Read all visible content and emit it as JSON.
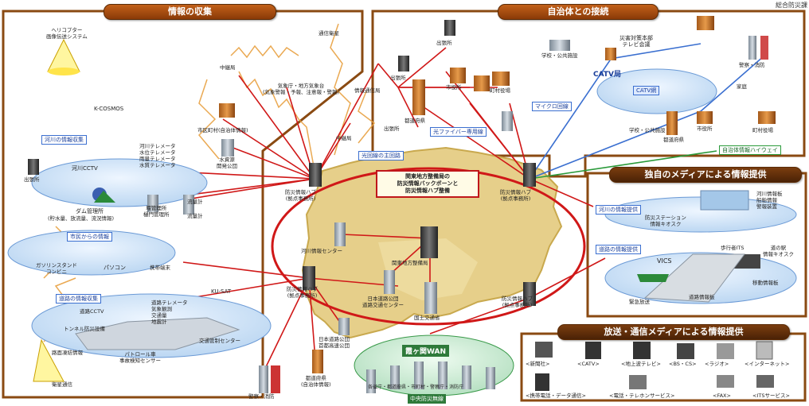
{
  "corner_label": "総合防災課",
  "banners": {
    "info_collection": "情報の収集",
    "municipal_connection": "自治体との接続",
    "own_media": "独自のメディアによる情報提供",
    "broadcast_media": "放送・通信メディアによる情報提供"
  },
  "center_box": "関東地方整備局の\n防災情報バックボーンと\n防災情報ハブ整備",
  "left": {
    "helicopter": "ヘリコプター\n画像伝送システム",
    "kcosmos": "K-COSMOS",
    "relay1": "中継局",
    "satellite": "通信衛星",
    "meteo": "気象庁・地方気象台\n(気象警報・予報、注意報・警報)",
    "kansho": "情報通信局",
    "city_office": "市区町村(自治体情報)",
    "river_info": "河川の情報収集",
    "river_tele": "河川テレメータ\n水位テレメータ\n雨量テレメータ\n水質テレメータ",
    "river_cctv": "河川CCTV",
    "branch": "出張所",
    "dam": "ダム管理所",
    "dam_sub": "(貯水量、放流量、流況情報)",
    "weir": "堰管理所\n樋門管理所",
    "water_res": "水資源\n開発公団",
    "level1": "流量計",
    "level2": "流量計",
    "citizen": "市民からの情報",
    "gasstation": "ガソリンスタンド\nコンビニ",
    "pc": "パソコン",
    "mobile": "携帯端末",
    "kusat": "KU-SAT",
    "road_info": "道路の情報収集",
    "road_cctv": "道路CCTV",
    "road_tele": "道路テレメータ\n気象観測\n交通量\n地震計",
    "tunnel": "トンネル防災設備",
    "traffic_control": "交通管制センター",
    "sensor": "路面凍結情報",
    "patrol": "パトロール車\n事故検知センサー",
    "sat_comm": "衛星通信",
    "hub_left_top": "防災情報ハブ\n(拠点事務所)",
    "hub_left_bottom": "防災情報ハブ\n(拠点事務所)",
    "river_center": "河川情報センター",
    "kanto_bureau": "関東地方整備局",
    "jh": "日本道路公団\n道路交通センター",
    "mlit": "国土交通省",
    "jh2": "日本道路公団\n首都高速公団",
    "police": "警察・消防",
    "pref": "都道府県\n(自治体情報)"
  },
  "right": {
    "branch1": "出張所",
    "branch2": "出張所",
    "pref1": "都道府県",
    "town1": "町村役場",
    "city1": "市役所",
    "school1": "学校・公共施設",
    "disaster_hq": "災害対策本部\nテレビ会議",
    "police_fire": "警察・消防",
    "optical": "光ファイバー専用線",
    "microwave": "マイクロ回線",
    "catv_station": "CATV局",
    "catv_net": "CATV網",
    "home": "家庭",
    "school2": "学校・公共施設",
    "pref2": "都道府県",
    "city2": "市役所",
    "town2": "町村役場",
    "highway": "自治体情報ハイウェイ",
    "fiber_net": "光回線の主回路",
    "hub_right_top": "防災情報ハブ\n(拠点事務所)",
    "hub_right_bottom": "防災情報ハブ\n(拠点事務所)",
    "relay2": "中継局",
    "branch3": "出張所",
    "kasumi_wan": "霞ヶ関WAN",
    "central_gov": "中央防災無線",
    "ministries": "各省庁・都道府県・市町村・警察庁・消防庁",
    "river_provide": "河川の情報提供",
    "river_items": "河川情報板\n船舶情報\n警報装置",
    "station_kiosk": "防災ステーション\n情報キオスク",
    "road_provide": "道路の情報提供",
    "vics": "VICS",
    "walking": "歩行者ITS",
    "kiosk2": "道の駅\n情報キオスク",
    "road_board": "道路情報板",
    "mobile_board": "移動情報板",
    "broadcast_note": "緊急放送"
  },
  "media": [
    "<新聞社>",
    "<CATV>",
    "<地上波テレビ>",
    "<BS・CS>",
    "<ラジオ>",
    "<インターネット>",
    "<携帯電話・データ通信>",
    "<電話・テレホンサービス>",
    "<FAX>",
    "<ITSサービス>"
  ]
}
